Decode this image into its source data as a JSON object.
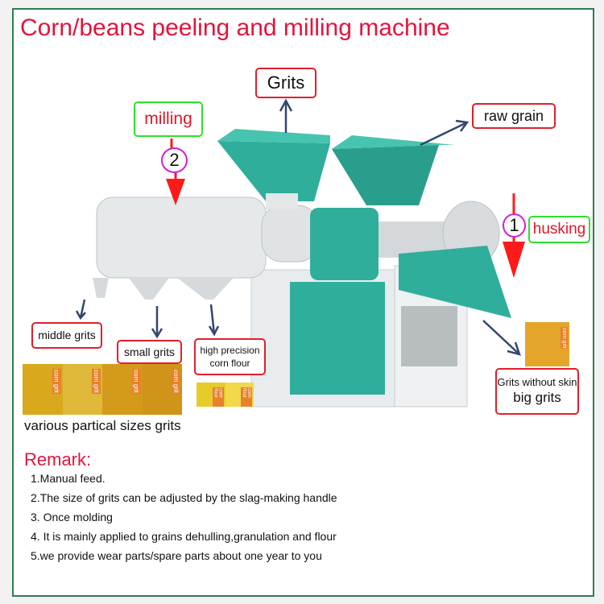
{
  "title": "Corn/beans peeling and milling machine",
  "labels": {
    "grits": "Grits",
    "milling": "milling",
    "raw_grain": "raw grain",
    "husking": "husking",
    "step1": "1",
    "step2": "2",
    "middle_grits": "middle grits",
    "small_grits": "small grits",
    "high_precision_line1": "high precision",
    "high_precision_line2": "corn flour",
    "big_grits_line1": "Grits without skin",
    "big_grits_line2": "big grits",
    "various_sizes": "various partical sizes grits",
    "corn_grit_tag": "corn grit",
    "corn_flour_tag": "corn flour"
  },
  "remark": {
    "heading": "Remark:",
    "items": [
      "1.Manual feed.",
      "2.The size of grits can be adjusted by the slag-making handle",
      "3. Once molding",
      "4. It is mainly applied to grains dehulling,granulation and flour",
      "5.we provide wear parts/spare parts about one year to you"
    ]
  },
  "colors": {
    "title": "#e3143c",
    "frame": "#2f7d52",
    "machine_teal": "#2fae9c",
    "label_border": "#e0202a",
    "step_circle": "#d21ed2",
    "arrow_red": "#ff1a1a",
    "arrow_navy": "#34466e"
  }
}
